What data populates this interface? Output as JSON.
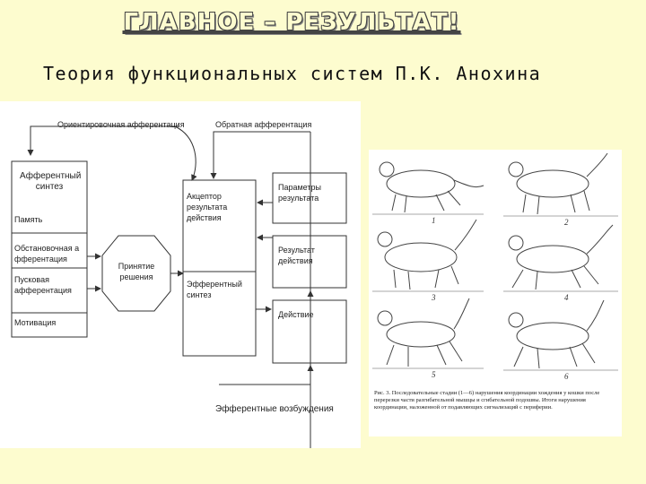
{
  "slide": {
    "title": "ГЛАВНОЕ – РЕЗУЛЬТАТ!",
    "subtitle": "Теория функциональных систем П.К. Анохина"
  },
  "diagram": {
    "top_left_label": "Ориентировочная афферентация",
    "top_right_label": "Обратная афферентация",
    "left_box": {
      "title": "Афферентный синтез",
      "items": [
        "Память",
        "Обстановочная афферентация",
        "Пусковая афферентация",
        "Мотивация"
      ]
    },
    "decision": "Принятие решения",
    "acceptor": "Акцептор результата действия",
    "efferent_synthesis": "Эфферентный синтез",
    "params": "Параметры результата",
    "result": "Результат действия",
    "action": "Действие",
    "bottom_label": "Эфферентные возбуждения"
  },
  "figure": {
    "caption": "Рис. 3. Последовательные стадии (1—6) нарушения координации хождения у кошки после перерезки части разгибательной мышцы и сгибательной подошвы. Итоги нарушения координации, наложенной от подавляющих сигнализаций с периферии.",
    "panel_numbers": [
      "1",
      "2",
      "3",
      "4",
      "5",
      "6"
    ]
  }
}
